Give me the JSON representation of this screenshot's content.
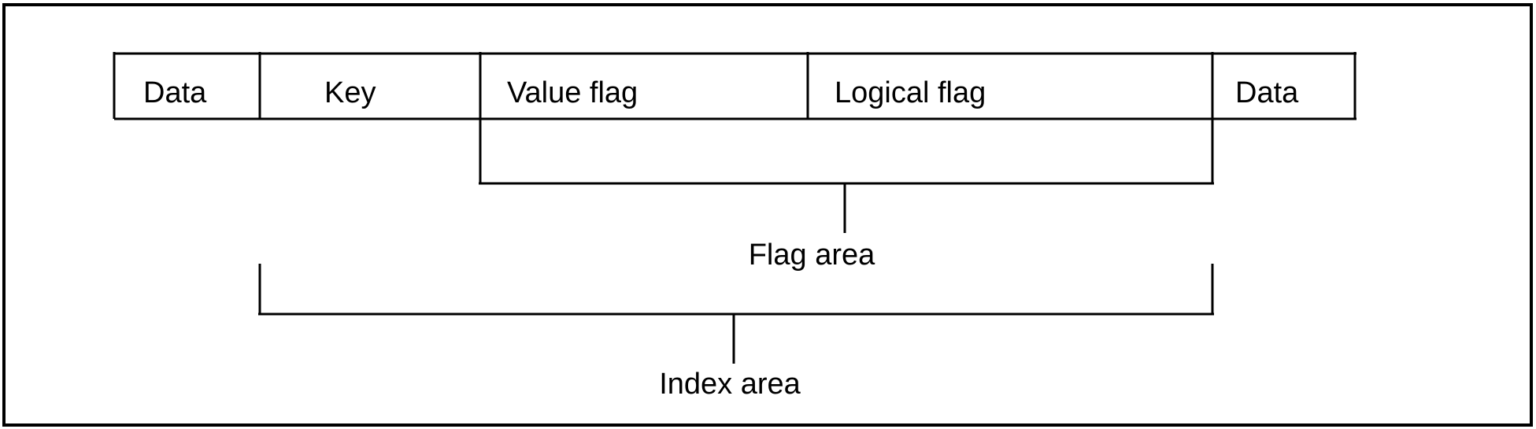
{
  "diagram": {
    "fields": [
      {
        "label": "Data"
      },
      {
        "label": "Key"
      },
      {
        "label": "Value flag"
      },
      {
        "label": "Logical flag"
      },
      {
        "label": "Data"
      }
    ],
    "flag_area": {
      "label": "Flag area"
    },
    "index_area": {
      "label": "Index area"
    }
  }
}
